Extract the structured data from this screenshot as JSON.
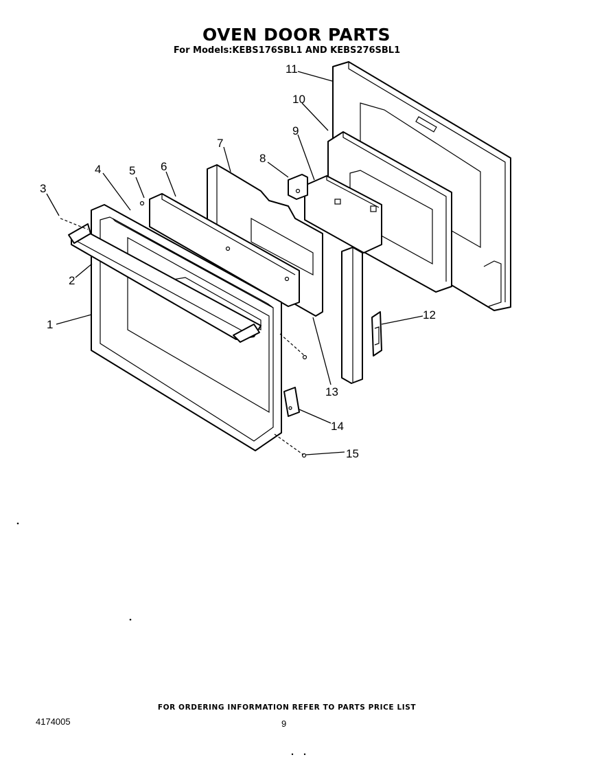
{
  "header": {
    "title": "OVEN DOOR PARTS",
    "subtitle": "For Models:KEBS176SBL1  AND  KEBS276SBL1"
  },
  "callouts": [
    {
      "id": "c1",
      "label": "1"
    },
    {
      "id": "c2",
      "label": "2"
    },
    {
      "id": "c3",
      "label": "3"
    },
    {
      "id": "c4",
      "label": "4"
    },
    {
      "id": "c5",
      "label": "5"
    },
    {
      "id": "c6",
      "label": "6"
    },
    {
      "id": "c7",
      "label": "7"
    },
    {
      "id": "c8",
      "label": "8"
    },
    {
      "id": "c9",
      "label": "9"
    },
    {
      "id": "c10",
      "label": "10"
    },
    {
      "id": "c11",
      "label": "11"
    },
    {
      "id": "c12",
      "label": "12"
    },
    {
      "id": "c13",
      "label": "13"
    },
    {
      "id": "c14",
      "label": "14"
    },
    {
      "id": "c15",
      "label": "15"
    }
  ],
  "footer": {
    "ordering_note": "FOR ORDERING INFORMATION REFER TO PARTS PRICE LIST",
    "doc_number": "4174005",
    "page_number": "9"
  }
}
